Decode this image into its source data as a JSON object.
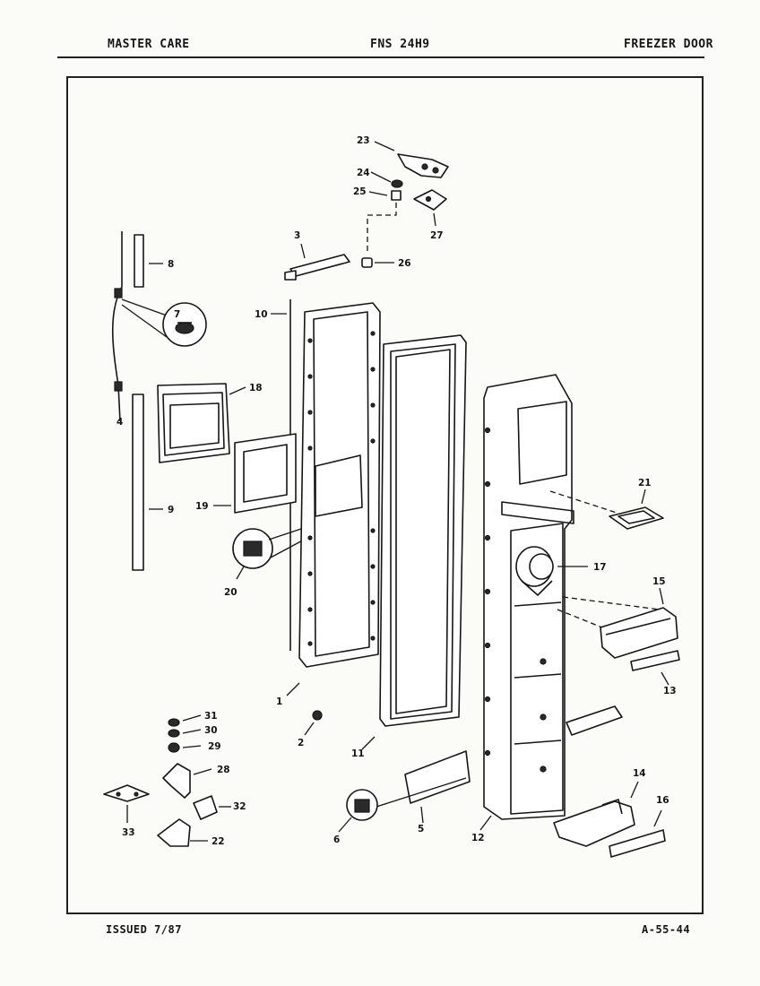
{
  "header": {
    "left": "MASTER CARE",
    "center": "FNS 24H9",
    "right": "FREEZER DOOR"
  },
  "footer": {
    "issued": "ISSUED 7/87",
    "code": "A-55-44"
  },
  "callouts": [
    "1",
    "2",
    "3",
    "4",
    "5",
    "6",
    "7",
    "8",
    "9",
    "10",
    "11",
    "12",
    "13",
    "14",
    "15",
    "16",
    "17",
    "18",
    "19",
    "20",
    "21",
    "22",
    "23",
    "24",
    "25",
    "26",
    "27",
    "28",
    "29",
    "30",
    "31",
    "32",
    "33"
  ]
}
